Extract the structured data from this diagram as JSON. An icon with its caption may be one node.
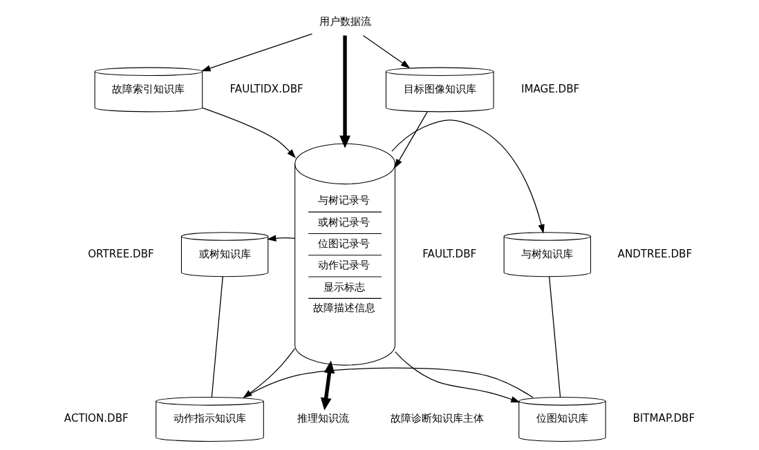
{
  "diagram": {
    "nodes": [
      {
        "text": [
          "用户数据流"
        ]
      },
      {
        "text": [
          "故障索引知识库"
        ],
        "beside": [
          "FAULTIDX.DBF"
        ]
      },
      {
        "text": [
          "目标图像知识库"
        ],
        "beside": [
          "IMAGE.DBF"
        ]
      },
      {
        "text": [
          "与树记录号",
          "或树记录号",
          "位图记录号",
          "动作记录号",
          "显示标志",
          "故障描述信息"
        ],
        "beside": [
          "FAULT.DBF"
        ]
      },
      {
        "text": [
          "或树知识库"
        ],
        "beside": [
          "ORTREE.DBF"
        ]
      },
      {
        "text": [
          "动作指示知识库"
        ],
        "beside": [
          "ACTION.DBF"
        ]
      },
      {
        "text": [
          "与树知识库"
        ],
        "beside": [
          "ANDTREE.DBF"
        ]
      },
      {
        "text": [
          "位图知识库"
        ],
        "beside": [
          "BITMAP.DBF"
        ]
      },
      {
        "text": [
          "推理知识流"
        ]
      }
    ],
    "edges": [
      {
        "from": 0,
        "to": 1,
        "arrow": "to"
      },
      {
        "from": 0,
        "to": 2,
        "arrow": "to"
      },
      {
        "from": 0,
        "to": 3,
        "arrow": "to",
        "style": "thick"
      },
      {
        "from": 1,
        "to": 3,
        "arrow": "to"
      },
      {
        "from": 2,
        "to": 3,
        "arrow": "to"
      },
      {
        "from": 3,
        "to": 4,
        "arrow": "to"
      },
      {
        "from": 3,
        "to": 5,
        "arrow": "to"
      },
      {
        "from": 3,
        "to": 6,
        "arrow": "to"
      },
      {
        "from": 3,
        "to": 7,
        "arrow": "to"
      },
      {
        "from": 4,
        "to": 5,
        "arrow": "none"
      },
      {
        "from": 6,
        "to": 7,
        "arrow": "none"
      },
      {
        "from": 5,
        "to": 7,
        "arrow": "none"
      },
      {
        "from": 3,
        "to": 8,
        "arrow": "both",
        "style": "thick"
      }
    ],
    "labels": [
      "故障诊断知识库主体"
    ]
  }
}
